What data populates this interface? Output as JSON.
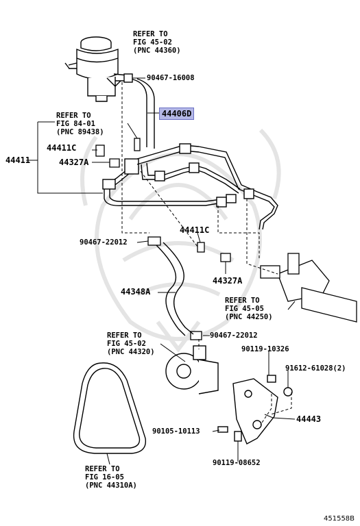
{
  "labels": {
    "refer_reservoir": [
      "REFER TO",
      "FIG 45-02",
      "(PNC 44360)"
    ],
    "clamp_top": "90467-16008",
    "highlight_part": "44406D",
    "refer_84": [
      "REFER TO",
      "FIG 84-01",
      "(PNC 89438)"
    ],
    "group_44411": "44411",
    "bolt_44411c_left": "44411C",
    "clamp_44327a_left": "44327A",
    "bolt_44411c_mid": "44411C",
    "clamp_mid": "90467-22012",
    "clamp_44327a_mid": "44327A",
    "hose_44348a": "44348A",
    "refer_gear": [
      "REFER TO",
      "FIG 45-05",
      "(PNC 44250)"
    ],
    "clamp_lower": "90467-22012",
    "refer_pump": [
      "REFER TO",
      "FIG 45-02",
      "(PNC 44320)"
    ],
    "bolt_10326": "90119-10326",
    "nut_61028": "91612-61028(2)",
    "bracket_44443": "44443",
    "bolt_10113": "90105-10113",
    "bolt_08652": "90119-08652",
    "refer_belt": [
      "REFER TO",
      "FIG 16-05",
      "(PNC 44310A)"
    ],
    "figure_id": "451558B"
  },
  "colors": {
    "ink": "#000000",
    "highlight_fill": "#b4b8e6",
    "highlight_border": "#6a6fc4",
    "watermark": "#e4e4e4"
  }
}
